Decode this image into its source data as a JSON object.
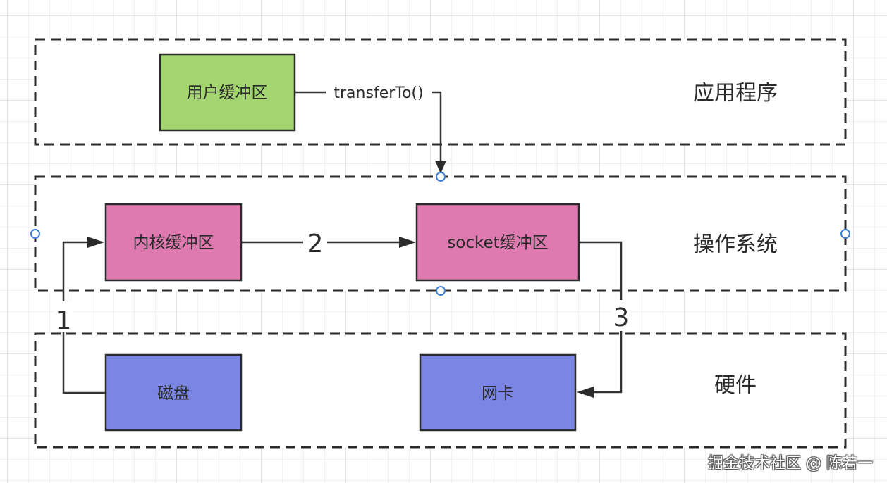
{
  "layers": [
    {
      "id": "app",
      "label": "应用程序"
    },
    {
      "id": "os",
      "label": "操作系统"
    },
    {
      "id": "hw",
      "label": "硬件"
    }
  ],
  "nodes": [
    {
      "id": "user-buffer",
      "label": "用户缓冲区",
      "color": "#a3d670"
    },
    {
      "id": "kernel-buffer",
      "label": "内核缓冲区",
      "color": "#de7ab0"
    },
    {
      "id": "socket-buffer",
      "label": "socket缓冲区",
      "color": "#de7ab0"
    },
    {
      "id": "disk",
      "label": "磁盘",
      "color": "#7a85e4"
    },
    {
      "id": "nic",
      "label": "网卡",
      "color": "#7a85e4"
    }
  ],
  "edges": [
    {
      "from": "user-buffer",
      "to": "os-layer",
      "label": "transferTo()"
    },
    {
      "from": "disk",
      "to": "kernel-buffer",
      "label": "1"
    },
    {
      "from": "kernel-buffer",
      "to": "socket-buffer",
      "label": "2"
    },
    {
      "from": "socket-buffer",
      "to": "nic",
      "label": "3"
    }
  ],
  "watermark": "掘金技术社区 @ 陈若一"
}
